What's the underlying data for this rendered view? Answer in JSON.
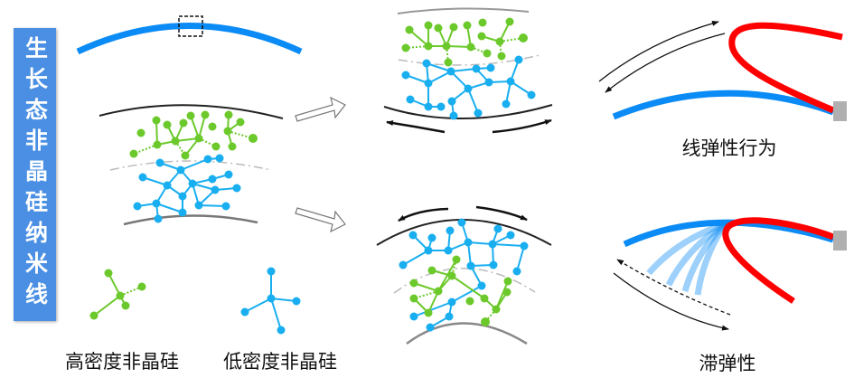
{
  "title_banner": "生长态非晶硅纳米线",
  "legend": {
    "high_density": "高密度非晶硅",
    "low_density": "低密度非晶硅"
  },
  "behaviors": {
    "linear_elastic": "线弹性行为",
    "anelastic": "滞弹性"
  },
  "colors": {
    "banner": "#4a8fe3",
    "nanowire": "#0a8bf5",
    "high_density_si": "#6cc92b",
    "low_density_si": "#18aef0",
    "bent_wire": "#ff0000",
    "clamp": "#b0b0b0"
  }
}
